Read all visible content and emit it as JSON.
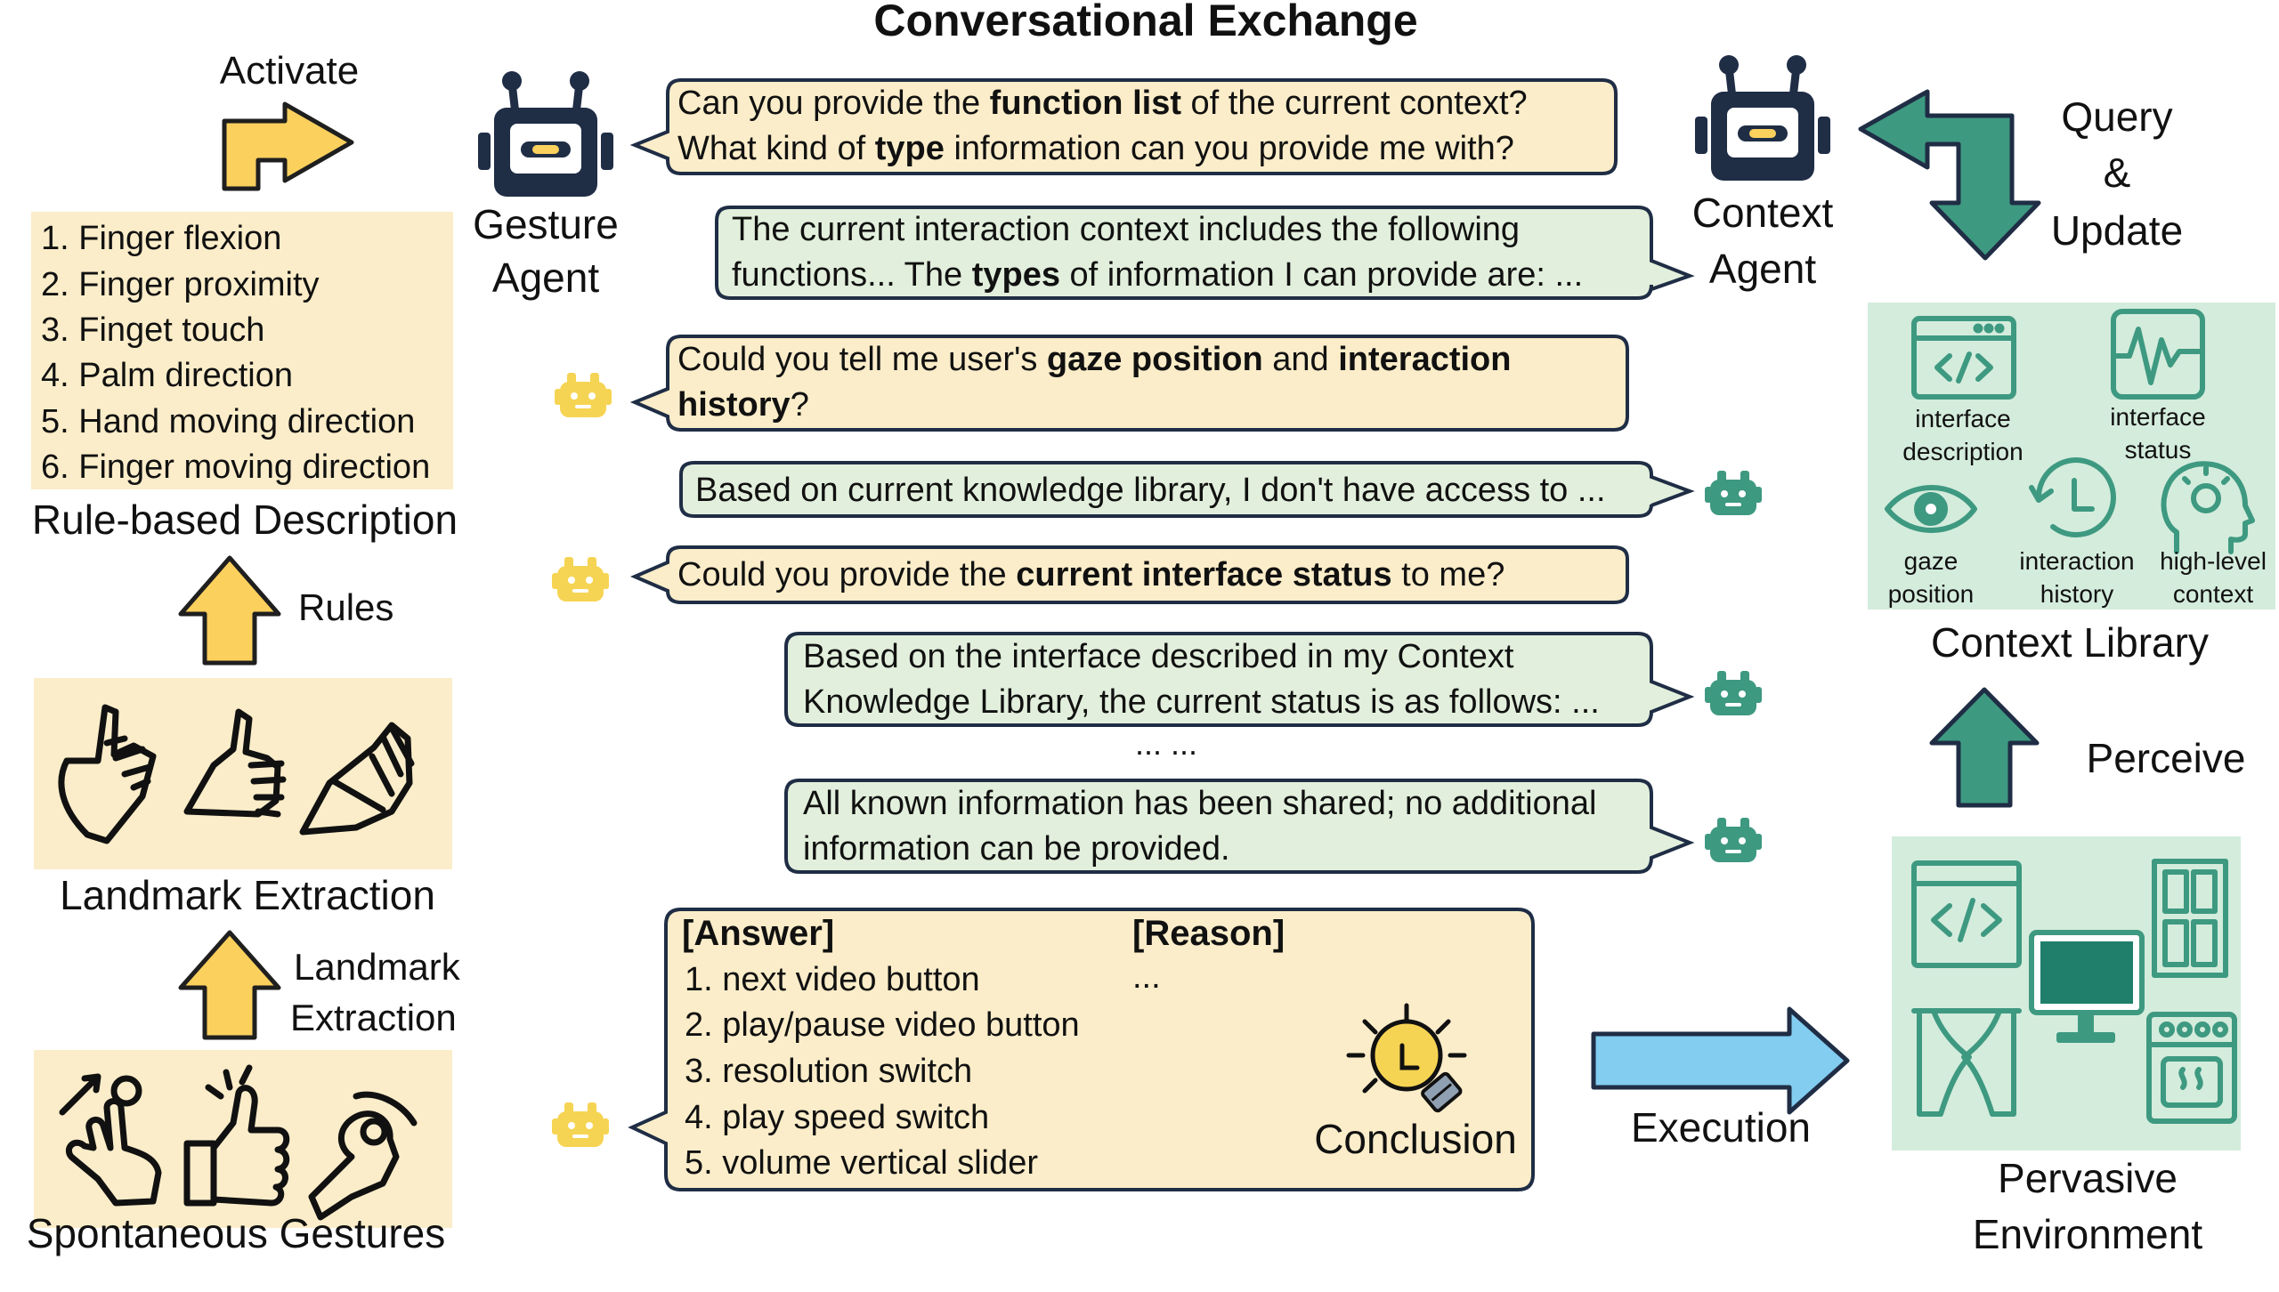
{
  "title": "Conversational Exchange",
  "colors": {
    "yellow_box": "#fbedc9",
    "yellow_arrow": "#fbd05d",
    "green_box": "#e2efdc",
    "green_panel": "#d4ecdc",
    "teal": "#3e9981",
    "blue_arrow": "#82cdf0",
    "navy": "#1f2d45",
    "mini_bot": "#f6d453"
  },
  "left": {
    "activate_label": "Activate",
    "rule_list": [
      "1. Finger flexion",
      "2. Finger proximity",
      "3. Finget touch",
      "4. Palm direction",
      "5. Hand moving direction",
      "6. Finger moving direction"
    ],
    "rule_caption": "Rule-based Description",
    "rules_label": "Rules",
    "landmark_caption": "Landmark Extraction",
    "landmark_arrow_label": [
      "Landmark",
      "Extraction"
    ],
    "gestures_caption": "Spontaneous Gestures"
  },
  "agents": {
    "gesture": [
      "Gesture",
      "Agent"
    ],
    "context": [
      "Context",
      "Agent"
    ]
  },
  "bubbles": {
    "b1": [
      [
        {
          "t": "Can you provide the "
        },
        {
          "t": "function list",
          "b": true
        },
        {
          "t": " of the current context?"
        }
      ],
      [
        {
          "t": "What kind of "
        },
        {
          "t": "type",
          "b": true
        },
        {
          "t": " information can you provide me with?"
        }
      ]
    ],
    "b2": [
      [
        {
          "t": "The current interaction context includes the following"
        }
      ],
      [
        {
          "t": "functions... The "
        },
        {
          "t": "types",
          "b": true
        },
        {
          "t": " of information I can provide are: ..."
        }
      ]
    ],
    "b3": [
      [
        {
          "t": "Could you tell me user's "
        },
        {
          "t": "gaze position",
          "b": true
        },
        {
          "t": " and "
        },
        {
          "t": "interaction",
          "b": true
        }
      ],
      [
        {
          "t": "history",
          "b": true
        },
        {
          "t": "?"
        }
      ]
    ],
    "b4": [
      [
        {
          "t": "Based on current knowledge library, I don't have access to ..."
        }
      ]
    ],
    "b5": [
      [
        {
          "t": "Could you provide the "
        },
        {
          "t": "current interface status",
          "b": true
        },
        {
          "t": " to me?"
        }
      ]
    ],
    "b6": [
      [
        {
          "t": "Based on the interface described in my Context"
        }
      ],
      [
        {
          "t": "Knowledge Library, the current status is as follows: ..."
        }
      ]
    ],
    "b7": [
      [
        {
          "t": "All known information has been shared; no additional"
        }
      ],
      [
        {
          "t": "information can be provided."
        }
      ]
    ],
    "ellipsis": "... ..."
  },
  "answer": {
    "answer_header": "[Answer]",
    "reason_header": "[Reason]",
    "reason_text": "...",
    "items": [
      "1. next video button",
      "2. play/pause video button",
      "3. resolution switch",
      "4. play speed switch",
      "5. volume vertical slider"
    ],
    "conclusion": "Conclusion"
  },
  "right": {
    "query_label": [
      "Query",
      "&",
      "Update"
    ],
    "library_items": [
      {
        "icon": "code-window-icon",
        "label": [
          "interface",
          "description"
        ]
      },
      {
        "icon": "waveform-icon",
        "label": [
          "interface",
          "status"
        ]
      },
      {
        "icon": "eye-icon",
        "label": [
          "gaze",
          "position"
        ]
      },
      {
        "icon": "history-clock-icon",
        "label": [
          "interaction",
          "history"
        ]
      },
      {
        "icon": "head-bulb-icon",
        "label": [
          "high-level",
          "context"
        ]
      }
    ],
    "library_caption": "Context Library",
    "perceive_label": "Perceive",
    "execution_label": "Execution",
    "environment_caption": [
      "Pervasive",
      "Environment"
    ]
  }
}
